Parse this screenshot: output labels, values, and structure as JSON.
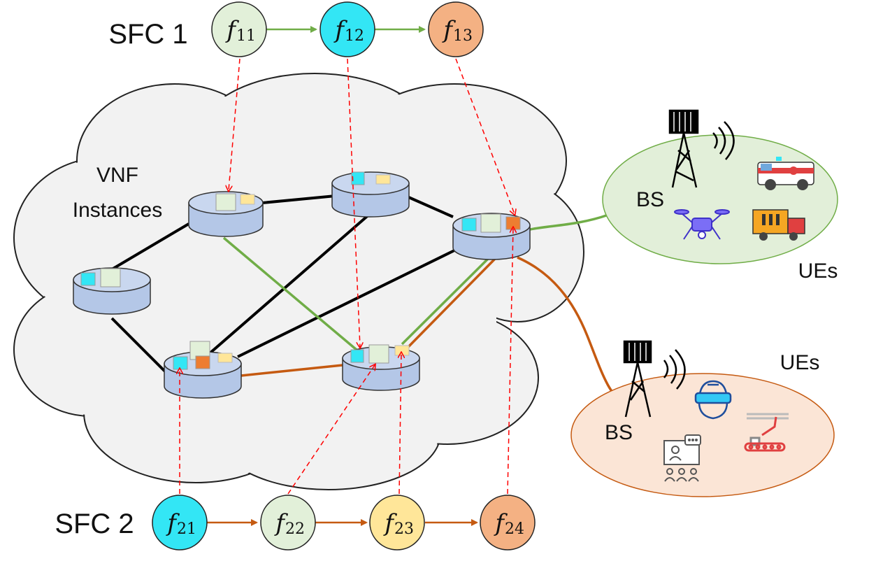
{
  "sfc1": {
    "label": "SFC 1",
    "functions": [
      {
        "main": "f",
        "sub": "11",
        "color": "#e2f0d9"
      },
      {
        "main": "f",
        "sub": "12",
        "color": "#33e6f5"
      },
      {
        "main": "f",
        "sub": "13",
        "color": "#f4b183"
      }
    ],
    "arrow_color": "#70ad47"
  },
  "sfc2": {
    "label": "SFC 2",
    "functions": [
      {
        "main": "f",
        "sub": "21",
        "color": "#33e6f5"
      },
      {
        "main": "f",
        "sub": "22",
        "color": "#e2f0d9"
      },
      {
        "main": "f",
        "sub": "23",
        "color": "#ffe699"
      },
      {
        "main": "f",
        "sub": "24",
        "color": "#f4b183"
      }
    ],
    "arrow_color": "#c55a11"
  },
  "cloud": {
    "label_line1": "VNF",
    "label_line2": "Instances"
  },
  "cells": [
    {
      "bs_label": "BS",
      "ue_label": "UEs",
      "fill": "#e2efd9",
      "icons": [
        "tower-icon",
        "ambulance-icon",
        "drone-icon",
        "truck-icon"
      ]
    },
    {
      "bs_label": "BS",
      "ue_label": "UEs",
      "fill": "#fbe5d6",
      "icons": [
        "tower-icon",
        "vr-headset-icon",
        "video-conference-icon",
        "robot-arm-icon"
      ]
    }
  ],
  "colors": {
    "node": "#b4c7e7",
    "cloud": "#f2f2f2",
    "mapping": "#ff0000",
    "sfc1_path": "#70ad47",
    "sfc2_path": "#c55a11",
    "link": "#000000"
  }
}
